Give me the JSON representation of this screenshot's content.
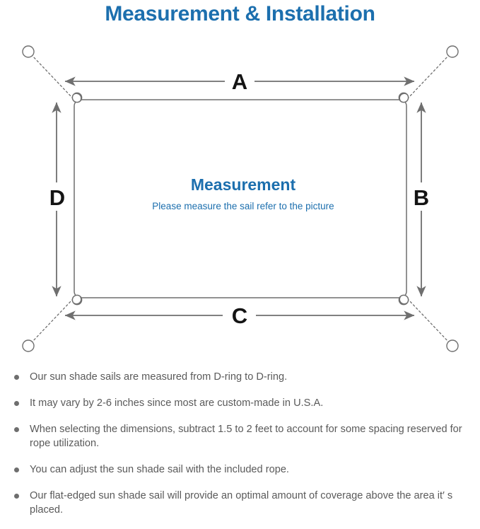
{
  "header": {
    "title": "Measurement & Installation",
    "title_color": "#1c6fae"
  },
  "diagram": {
    "sail_label": "Measurement",
    "sail_sublabel": "Please measure the sail refer to the picture",
    "sail_label_color": "#1c6fae",
    "outline_color": "#6f6f6f",
    "arrow_color": "#6f6f6f",
    "dimension_labels": {
      "top": "A",
      "right": "B",
      "bottom": "C",
      "left": "D"
    },
    "anchor_count": 4,
    "d_ring_count": 4
  },
  "notes": [
    "Our sun shade sails are measured from D-ring to D-ring.",
    "It may vary by 2-6 inches since most are custom-made in U.S.A.",
    "When selecting the dimensions, subtract 1.5 to 2 feet to account for some spacing reserved for rope utilization.",
    "You can adjust the sun shade sail with the included rope.",
    "Our flat-edged sun shade sail will provide an optimal amount of coverage above the area it′ s placed."
  ]
}
